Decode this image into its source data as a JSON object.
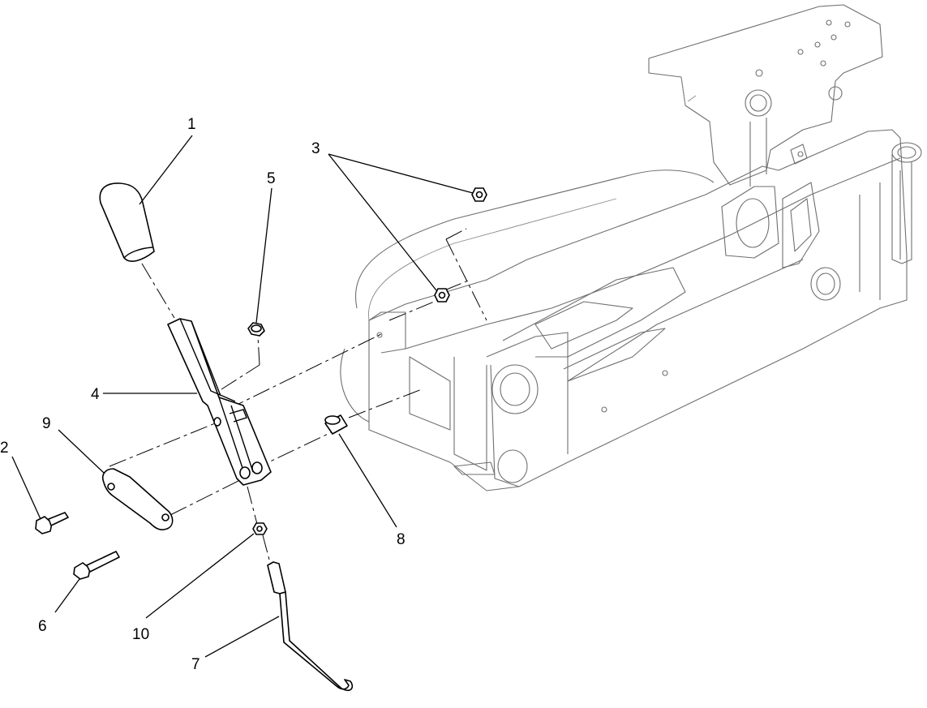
{
  "diagram": {
    "callouts": [
      {
        "id": "callout-1",
        "text": "1"
      },
      {
        "id": "callout-2",
        "text": "2"
      },
      {
        "id": "callout-3",
        "text": "3"
      },
      {
        "id": "callout-4",
        "text": "4"
      },
      {
        "id": "callout-5",
        "text": "5"
      },
      {
        "id": "callout-6",
        "text": "6"
      },
      {
        "id": "callout-7",
        "text": "7"
      },
      {
        "id": "callout-8",
        "text": "8"
      },
      {
        "id": "callout-9",
        "text": "9"
      },
      {
        "id": "callout-10",
        "text": "10"
      }
    ]
  }
}
